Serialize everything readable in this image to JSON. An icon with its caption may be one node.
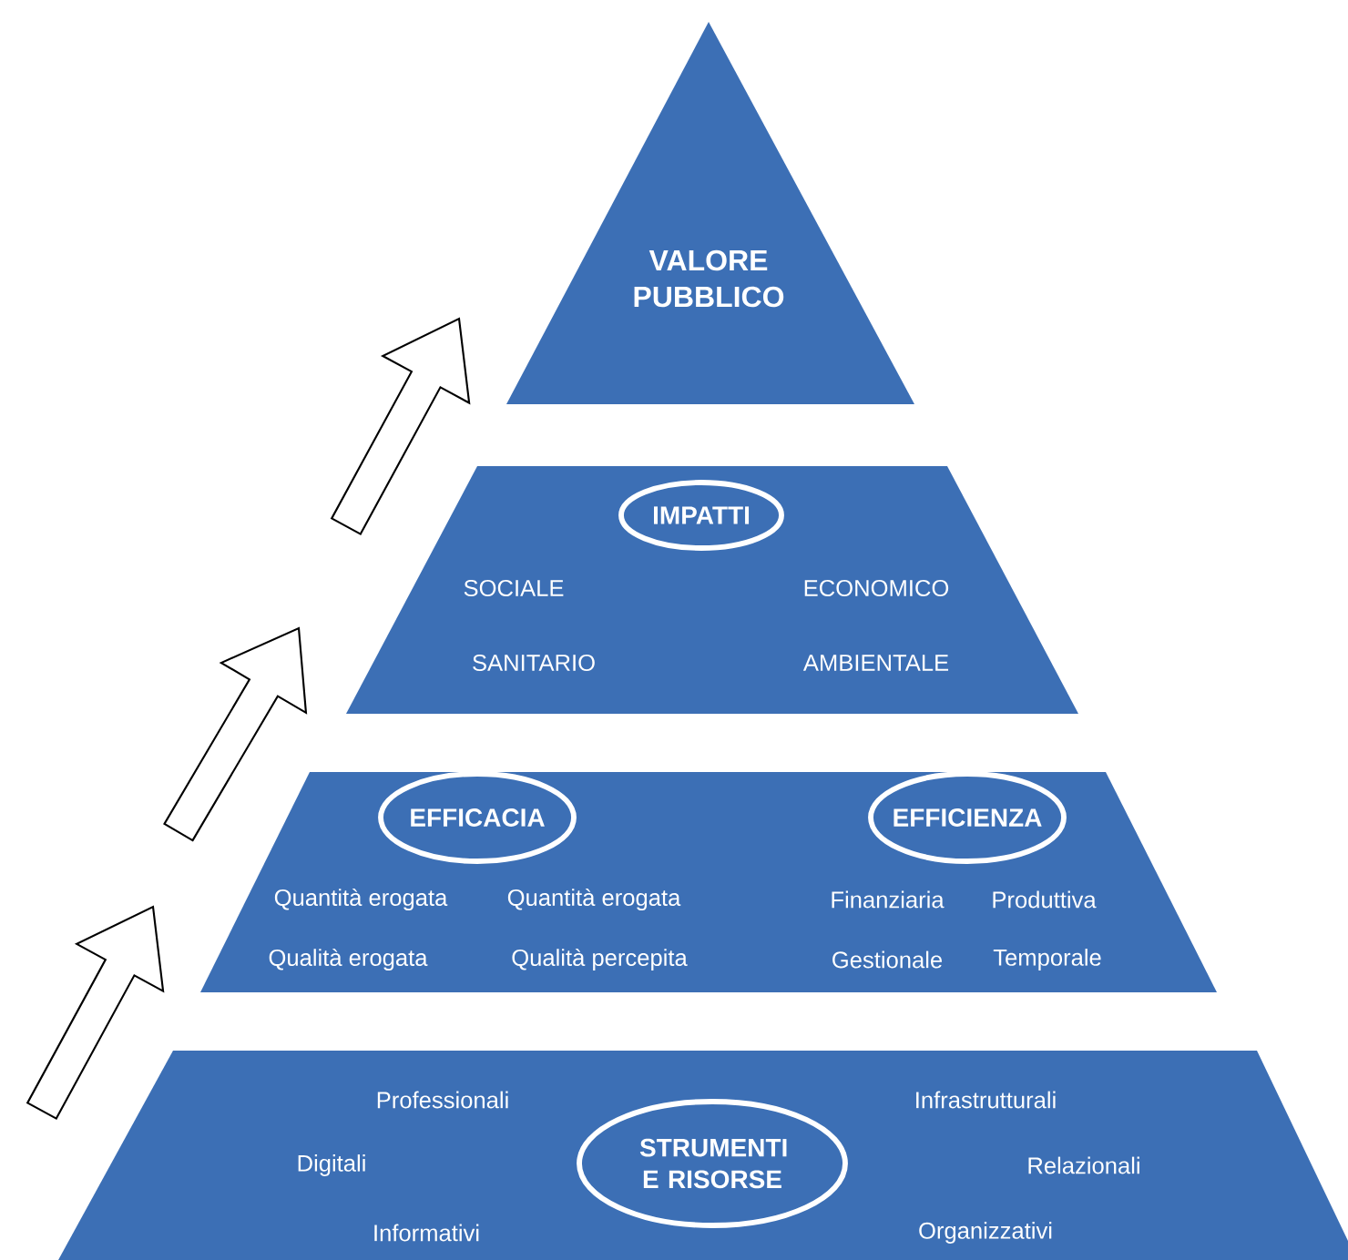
{
  "diagram": {
    "nodes": [
      {
        "text": [
          "VALORE PUBBLICO"
        ]
      },
      {
        "text": [
          "SOCIALE",
          "ECONOMICO",
          "SANITARIO",
          "AMBIENTALE"
        ]
      },
      {
        "text": [
          "IMPATTI"
        ],
        "in": 1
      },
      {
        "text": [
          "Quantità erogata",
          "Quantità erogata",
          "Qualità erogata",
          "Qualità percepita",
          "Finanziaria",
          "Produttiva",
          "Gestionale",
          "Temporale"
        ]
      },
      {
        "text": [
          "EFFICACIA"
        ],
        "in": 3
      },
      {
        "text": [
          "EFFICIENZA"
        ],
        "in": 3
      },
      {
        "text": [
          "Professionali",
          "Infrastrutturali",
          "Digitali",
          "Relazionali",
          "Informativi",
          "Organizzativi"
        ]
      },
      {
        "text": [
          "STRUMENTI E RISORSE"
        ],
        "in": 6
      }
    ],
    "edges": [
      {
        "from": 6,
        "to": 3,
        "arrow": "to"
      },
      {
        "from": 3,
        "to": 1,
        "arrow": "to"
      },
      {
        "from": 1,
        "to": 0,
        "arrow": "to"
      }
    ]
  }
}
